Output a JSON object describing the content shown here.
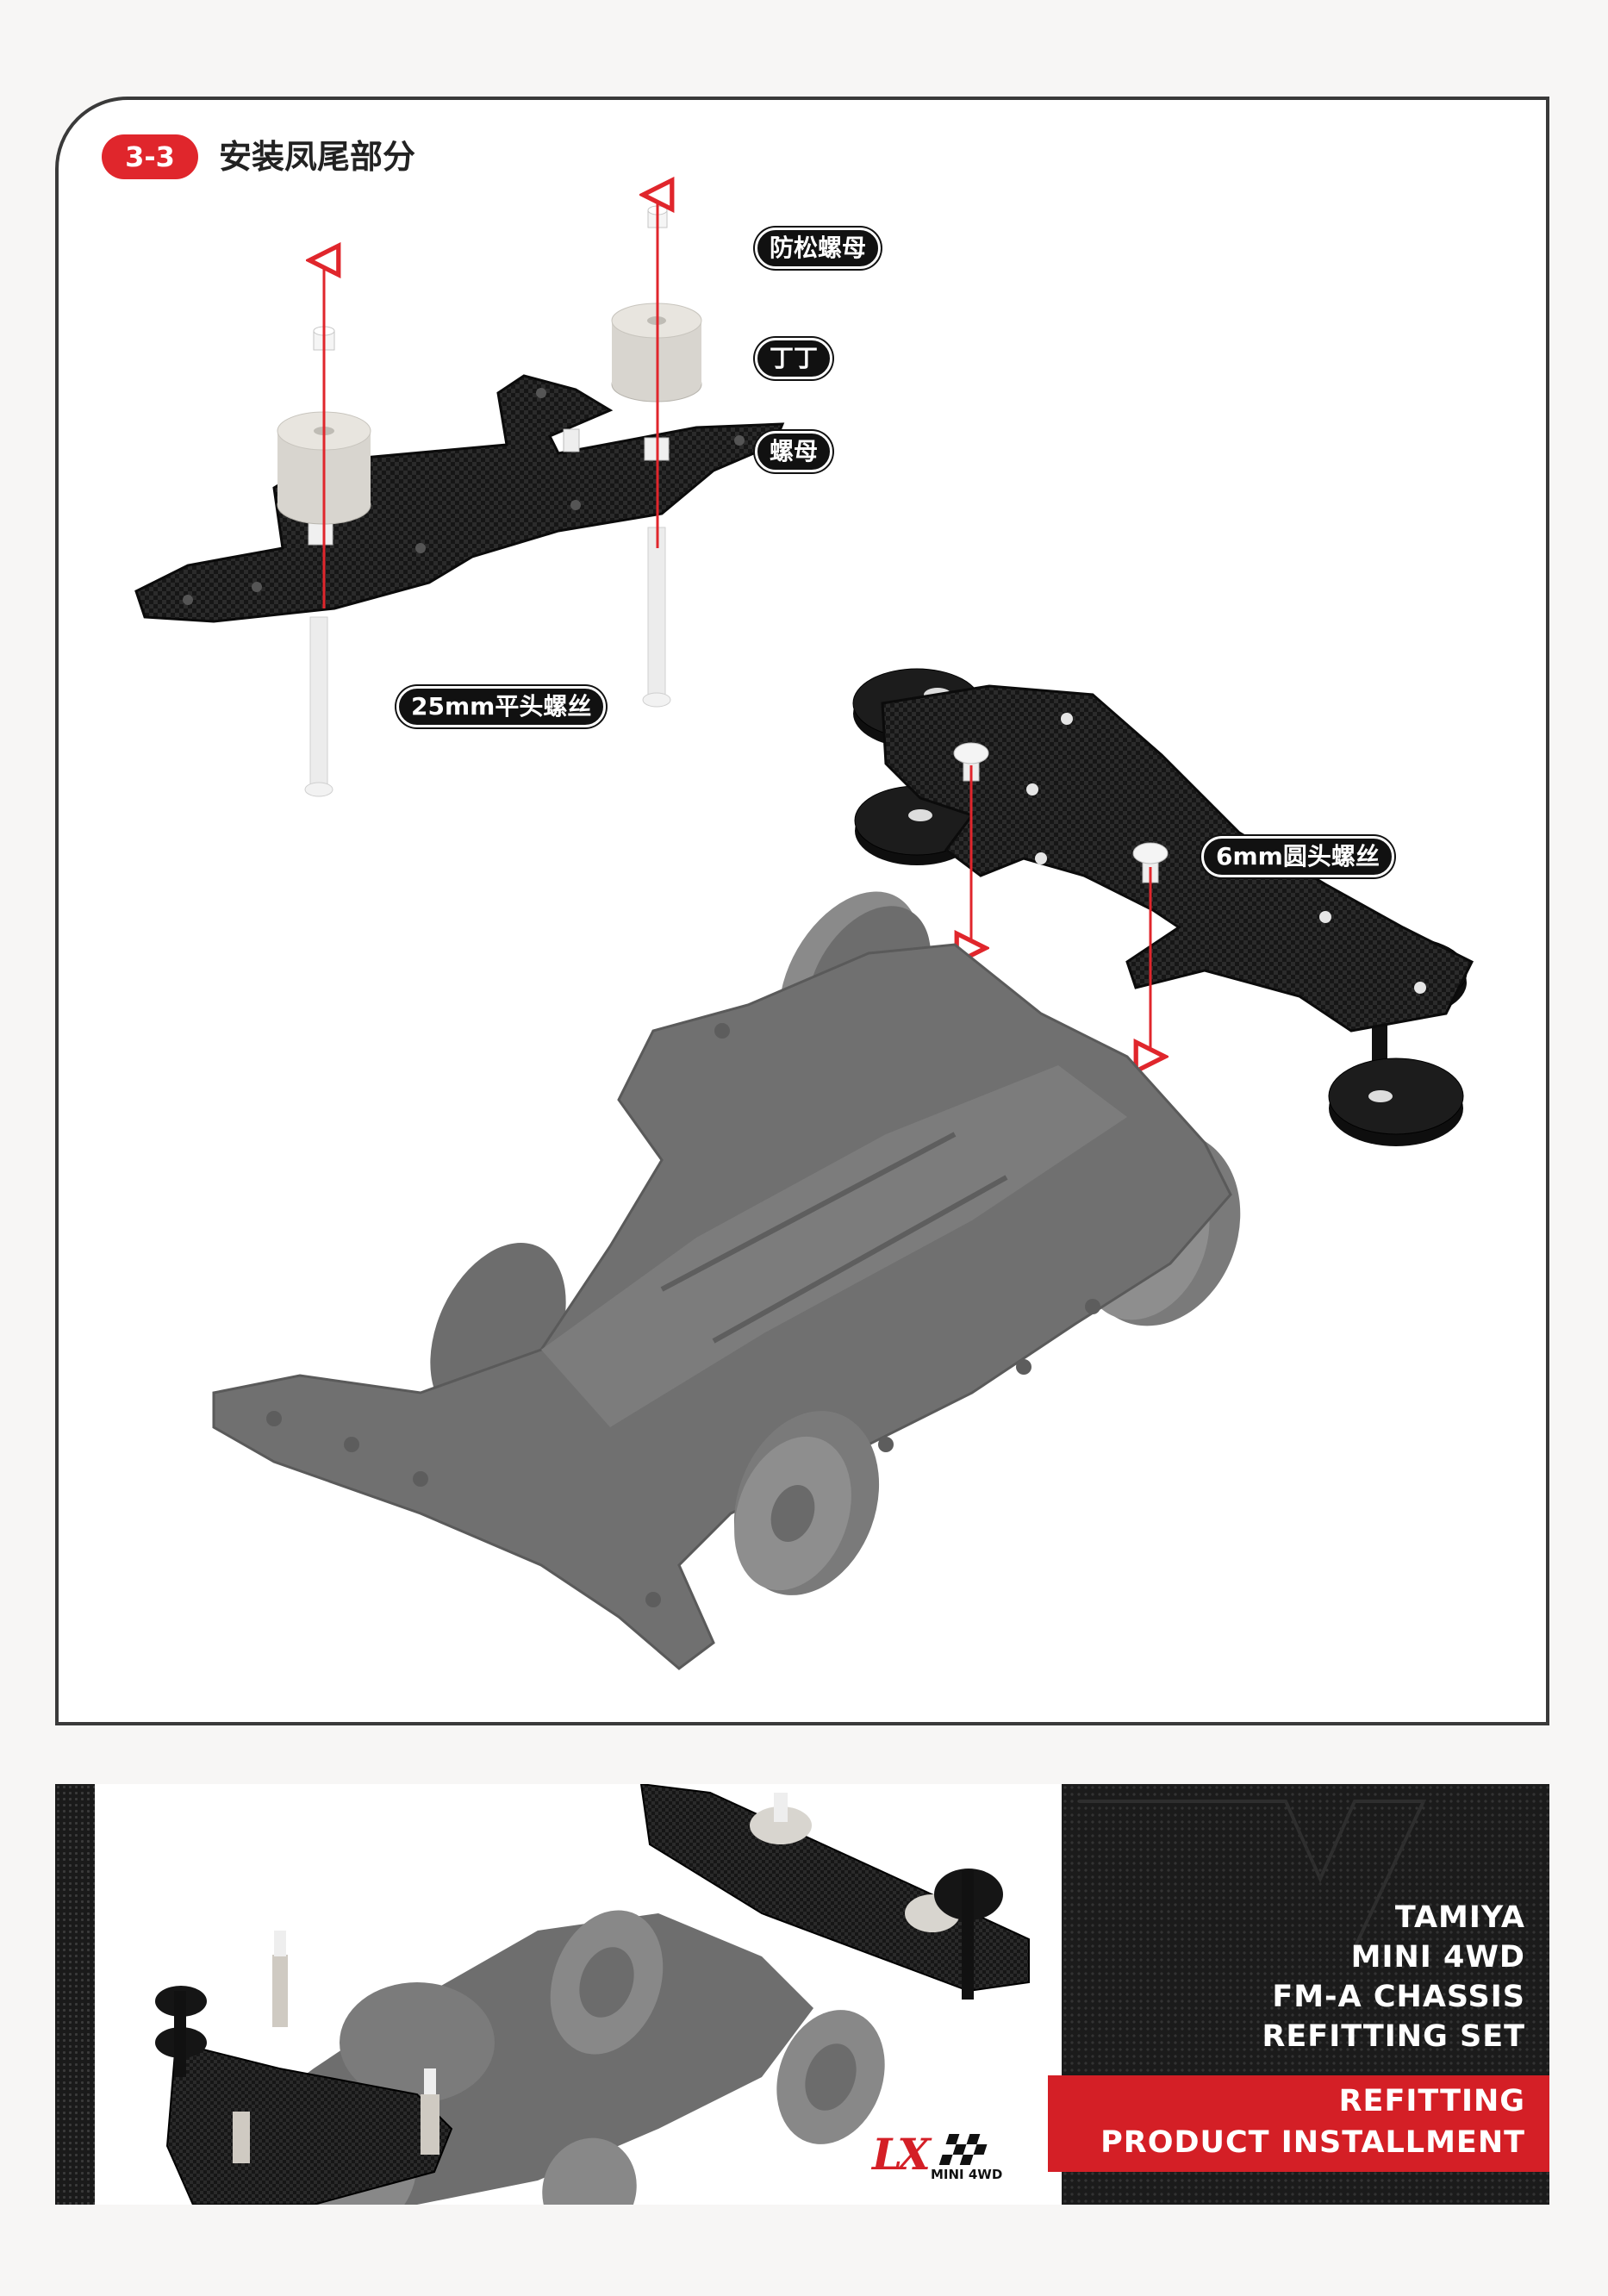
{
  "step": {
    "number": "3-3",
    "title": "安装凤尾部分"
  },
  "callouts": {
    "lock_nut": "防松螺母",
    "spacer": "丁丁",
    "nut": "螺母",
    "screw_25mm": "25mm平头螺丝",
    "screw_6mm": "6mm圆头螺丝"
  },
  "footer": {
    "product_title_lines": [
      "TAMIYA",
      "MINI 4WD",
      "FM-A CHASSIS",
      "REFITTING SET"
    ],
    "band_lines": [
      "REFITTING",
      "PRODUCT INSTALLMENT"
    ],
    "logo_mark": "LX",
    "logo_text": "MINI 4WD"
  },
  "colors": {
    "accent_red": "#e0262c",
    "carbon": "#1a1a1a",
    "chassis_gray": "#6f6f6f"
  }
}
